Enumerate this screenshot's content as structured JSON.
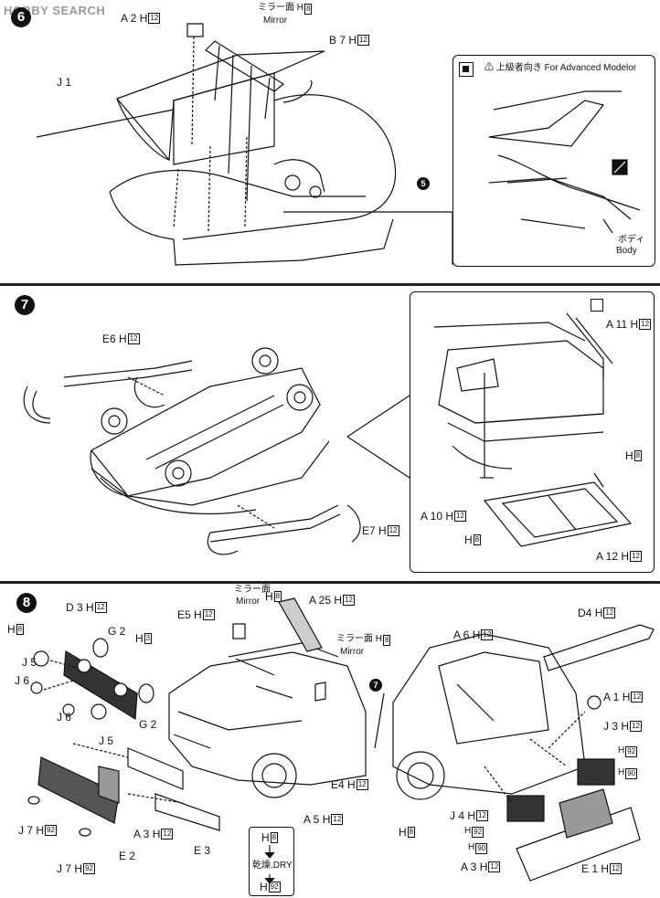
{
  "watermark": "HOBBY SEARCH",
  "step6": {
    "number": "6",
    "a2": "A 2",
    "a2_h": "H",
    "a2_hn": "12",
    "mirror_jp": "ミラー面",
    "mirror_h": "H",
    "mirror_hn": "8",
    "mirror_en": "Mirror",
    "b7": "B 7",
    "b7_h": "H",
    "b7_hn": "12",
    "j1": "J 1",
    "ref5": "5",
    "advanced_jp": "上級者向き",
    "advanced_en": "For Advanced Modelor",
    "body_jp": "ボディ",
    "body_en": "Body"
  },
  "step7": {
    "number": "7",
    "e6": "E6",
    "e6_h": "H",
    "e6_hn": "12",
    "e7": "E7",
    "e7_h": "H",
    "e7_hn": "12",
    "a11": "A 11",
    "a11_h": "H",
    "a11_hn": "12",
    "h8": "H",
    "h8n": "8",
    "a10": "A 10",
    "a10_h": "H",
    "a10_hn": "12",
    "h8b": "H",
    "h8bn": "8",
    "a12": "A 12",
    "a12_h": "H",
    "a12_hn": "12"
  },
  "step8": {
    "number": "8",
    "d3": "D 3",
    "d3_h": "H",
    "d3_hn": "12",
    "h8": "H",
    "h8n": "8",
    "g2a": "G 2",
    "h3": "H",
    "h3n": "3",
    "j5a": "J 5",
    "j6a": "J 6",
    "j6b": "J 6",
    "j5b": "J 5",
    "g2b": "G 2",
    "e5": "E5",
    "e5_h": "H",
    "e5_hn": "12",
    "mirror_jp1": "ミラー面",
    "mirror_en1": "Mirror",
    "mirror_h1": "H",
    "mirror_hn1": "8",
    "a25": "A 25",
    "a25_h": "H",
    "a25_hn": "12",
    "mirror_jp2": "ミラー面",
    "mirror_en2": "Mirror",
    "mirror_h2": "H",
    "mirror_hn2": "8",
    "e4": "E4",
    "e4_h": "H",
    "e4_hn": "12",
    "a5": "A 5",
    "a5_h": "H",
    "a5_hn": "12",
    "a3": "A 3",
    "a3_h": "H",
    "a3_hn": "12",
    "e3": "E 3",
    "e2": "E 2",
    "j7a": "J 7",
    "j7a_h": "H",
    "j7a_hn": "92",
    "j7b": "J 7",
    "j7b_h": "H",
    "j7b_hn": "92",
    "dry_top_h": "H",
    "dry_top_n": "8",
    "dry_text": "乾燥.DRY",
    "dry_bot_h": "H",
    "dry_bot_n": "92",
    "ref7": "7",
    "a6": "A 6",
    "a6_h": "H",
    "a6_hn": "12",
    "d4": "D4",
    "d4_h": "H",
    "d4_hn": "12",
    "a1": "A 1",
    "a1_h": "H",
    "a1_hn": "12",
    "j3": "J 3",
    "j3_h": "H",
    "j3_hn": "12",
    "h92": "H",
    "h92n": "92",
    "h90": "H",
    "h90n": "90",
    "j4": "J 4",
    "j4_h": "H",
    "j4_hn": "12",
    "h92b": "H",
    "h92bn": "92",
    "h90b": "H",
    "h90bn": "90",
    "h8c": "H",
    "h8cn": "8",
    "a3b": "A 3",
    "a3b_h": "H",
    "a3b_hn": "12",
    "e1": "E 1",
    "e1_h": "H",
    "e1_hn": "12"
  }
}
